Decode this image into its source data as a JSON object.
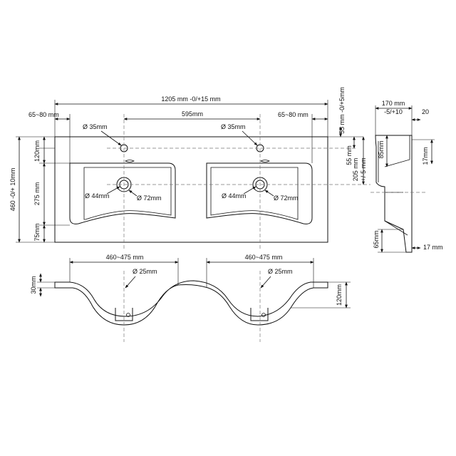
{
  "top_view": {
    "overall_width": "1205 mm -0/+15 mm",
    "edge_left": "65~80 mm",
    "edge_right": "65~80 mm",
    "hole_spacing": "595mm",
    "tap_hole_left": "35mm",
    "tap_hole_right": "35mm",
    "drain_left_inner": "44mm",
    "drain_left_outer": "72mm",
    "drain_right_inner": "44mm",
    "drain_right_outer": "72mm",
    "depth": "460 -0/+ 10mm",
    "back_to_hole": "120mm",
    "basin_length": "275 mm",
    "front_margin": "75mm",
    "right_top": "55 mm -0/+5mm",
    "right_small": "55 mm",
    "right_drain": "205 mm",
    "right_drain_tol": "+/-5 mm"
  },
  "section_view": {
    "bowl_left": "460~475 mm",
    "bowl_right": "460~475 mm",
    "waste_left": "25mm",
    "waste_right": "25mm",
    "rim": "30mm",
    "height": "120mm"
  },
  "side_view": {
    "depth": "170 mm",
    "depth_tol": "-5/+10",
    "top_offset": "20",
    "back_height": "85mm",
    "lip": "17mm",
    "bottom_height": "65mm",
    "bottom_lip": "17 mm"
  },
  "symbols": {
    "diameter": "Ø"
  }
}
